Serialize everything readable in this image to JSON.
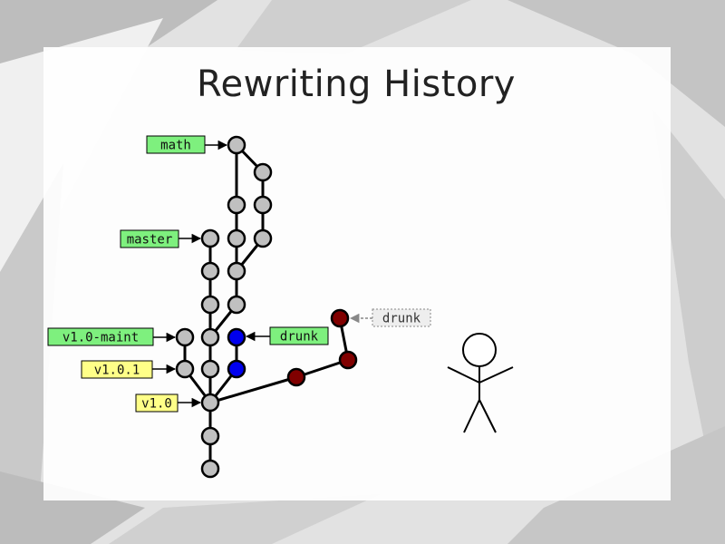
{
  "slide": {
    "title": "Rewriting History"
  },
  "diagram": {
    "labels": {
      "math": "math",
      "master": "master",
      "v1_0_maint": "v1.0-maint",
      "v1_0_1": "v1.0.1",
      "v1_0": "v1.0",
      "drunk": "drunk",
      "drunk_ghost": "drunk"
    },
    "colors": {
      "branch_label": "#7ef07e",
      "tag_label": "#ffff88",
      "ghost_label": "#eeeeee",
      "commit": "#c0c0c0",
      "drunk_commit": "#0000ee",
      "abandoned_commit": "#800000",
      "edge": "#000000",
      "ghost_edge": "#888888"
    }
  }
}
